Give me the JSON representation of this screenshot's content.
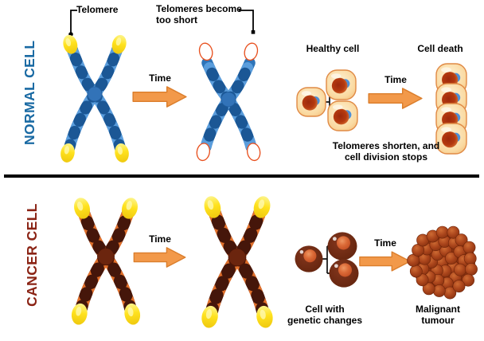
{
  "colors": {
    "normal_label": "#1A6AA3",
    "cancer_label": "#8B2415",
    "arrow": "#F2994A",
    "arrow_dark": "#DB7E2C"
  },
  "normal_section": {
    "side_label": "NORMAL CELL",
    "telomere_label": "Telomere",
    "short_label_line1": "Telomeres become",
    "short_label_line2": "too short",
    "time_label_1": "Time",
    "healthy_cell_label": "Healthy cell",
    "time_label_2": "Time",
    "cell_death_label": "Cell death",
    "caption_line1": "Telomeres shorten, and",
    "caption_line2": "cell division stops"
  },
  "cancer_section": {
    "side_label": "CANCER CELL",
    "time_label_1": "Time",
    "cell_changes_line1": "Cell with",
    "cell_changes_line2": "genetic changes",
    "time_label_2": "Time",
    "tumour_line1": "Malignant",
    "tumour_line2": "tumour"
  }
}
